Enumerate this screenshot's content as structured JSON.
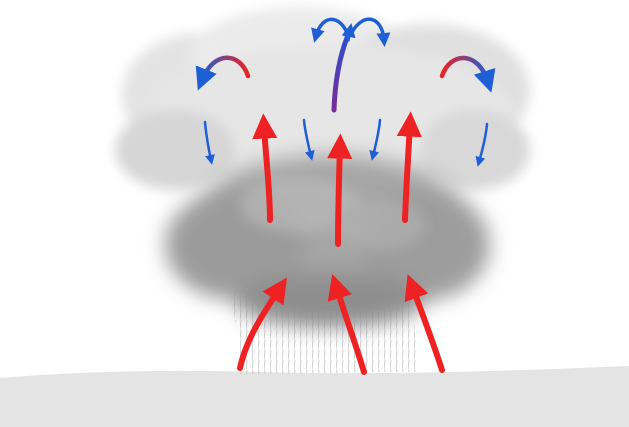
{
  "diagram": {
    "subject": "thunderstorm-convection",
    "colors": {
      "background": "#ffffff",
      "ground": "#e4e4e4",
      "cloud_light": "#efefef",
      "cloud_mid": "#d2d2d2",
      "cloud_dark": "#8c8c8c",
      "updraft": "#ee2222",
      "downdraft": "#1f5fd6",
      "outflow_purple": "#7a2a9a",
      "rain": "#c8c8c8"
    },
    "icons": {
      "updraft": "red-up-arrow-icon",
      "downdraft": "blue-down-arrow-icon",
      "outflow": "curved-red-to-blue-arrow-icon",
      "anvil_split": "blue-split-arrow-icon"
    },
    "counts": {
      "updraft_arrows": 6,
      "downdraft_arrows": 4,
      "curved_outflow_arrows": 2
    }
  }
}
